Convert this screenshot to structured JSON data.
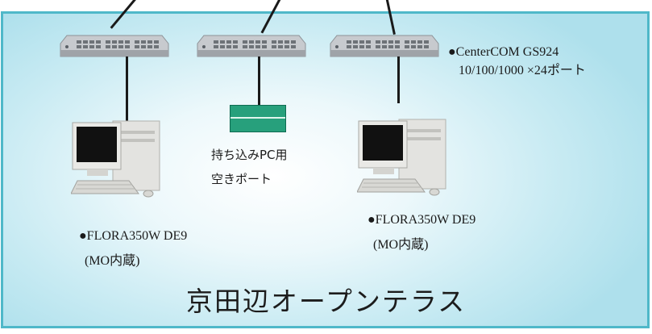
{
  "switch": {
    "name": "●CenterCOM GS924",
    "spec": "10/100/1000 ×24ポート"
  },
  "pc_left": {
    "name": "●FLORA350W DE9",
    "detail": "(MO内蔵)"
  },
  "pc_right": {
    "name": "●FLORA350W DE9",
    "detail": "(MO内蔵)"
  },
  "free_port": {
    "line1": "持ち込みPC用",
    "line2": "空きポート"
  },
  "room_title": "京田辺オープンテラス",
  "colors": {
    "frame_border": "#4fb8c9",
    "frame_fill": "#bfe6f0",
    "port_box": "#27a07c"
  }
}
